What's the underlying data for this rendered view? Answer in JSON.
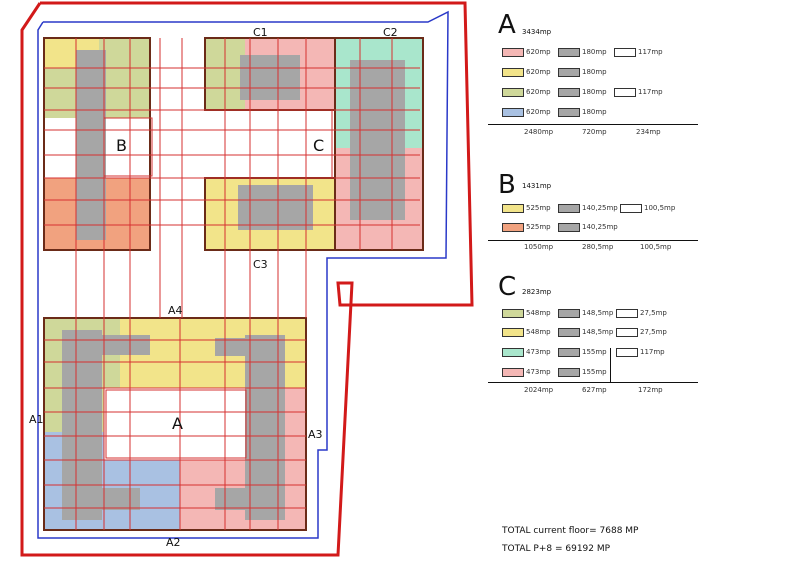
{
  "plan": {
    "labels": {
      "C1": "C1",
      "C2": "C2",
      "C3": "C3",
      "C": "C",
      "B": "B",
      "A": "A",
      "A1": "A1",
      "A2": "A2",
      "A3": "A3",
      "A4": "A4"
    }
  },
  "colors": {
    "pink": "#f4b7b5",
    "yellow": "#f2e48a",
    "green": "#cfd89a",
    "blue": "#a9c1e2",
    "mint": "#a9e6cc",
    "salmon": "#f1a27f",
    "gray": "#a6a6a6",
    "white": "#ffffff",
    "boundary_red": "#d21a1a",
    "boundary_blue": "#2a39c8",
    "grid_red": "#d63030"
  },
  "legend": {
    "A": {
      "letter": "A",
      "total": "3434mp",
      "rows": [
        {
          "c1": "pink",
          "v1": "620mp",
          "v2": "180mp",
          "v3": "117mp"
        },
        {
          "c1": "yellow",
          "v1": "620mp",
          "v2": "180mp",
          "v3": ""
        },
        {
          "c1": "green",
          "v1": "620mp",
          "v2": "180mp",
          "v3": "117mp"
        },
        {
          "c1": "blue",
          "v1": "620mp",
          "v2": "180mp",
          "v3": ""
        }
      ],
      "sums": [
        "2480mp",
        "720mp",
        "234mp"
      ]
    },
    "B": {
      "letter": "B",
      "total": "1431mp",
      "rows": [
        {
          "c1": "yellow",
          "v1": "525mp",
          "v2": "140,25mp",
          "v3": "100,5mp"
        },
        {
          "c1": "salmon",
          "v1": "525mp",
          "v2": "140,25mp",
          "v3": ""
        }
      ],
      "sums": [
        "1050mp",
        "280,5mp",
        "100,5mp"
      ]
    },
    "C": {
      "letter": "C",
      "total": "2823mp",
      "rows": [
        {
          "c1": "green",
          "v1": "548mp",
          "v2": "148,5mp",
          "v3": "27,5mp"
        },
        {
          "c1": "yellow",
          "v1": "548mp",
          "v2": "148,5mp",
          "v3": "27,5mp"
        },
        {
          "c1": "mint",
          "v1": "473mp",
          "v2": "155mp",
          "v3": "117mp"
        },
        {
          "c1": "pink",
          "v1": "473mp",
          "v2": "155mp",
          "v3": ""
        }
      ],
      "sums": [
        "2024mp",
        "627mp",
        "172mp"
      ]
    }
  },
  "totals": {
    "current": "TOTAL current floor= 7688 MP",
    "p8": "TOTAL P+8 = 69192 MP"
  }
}
